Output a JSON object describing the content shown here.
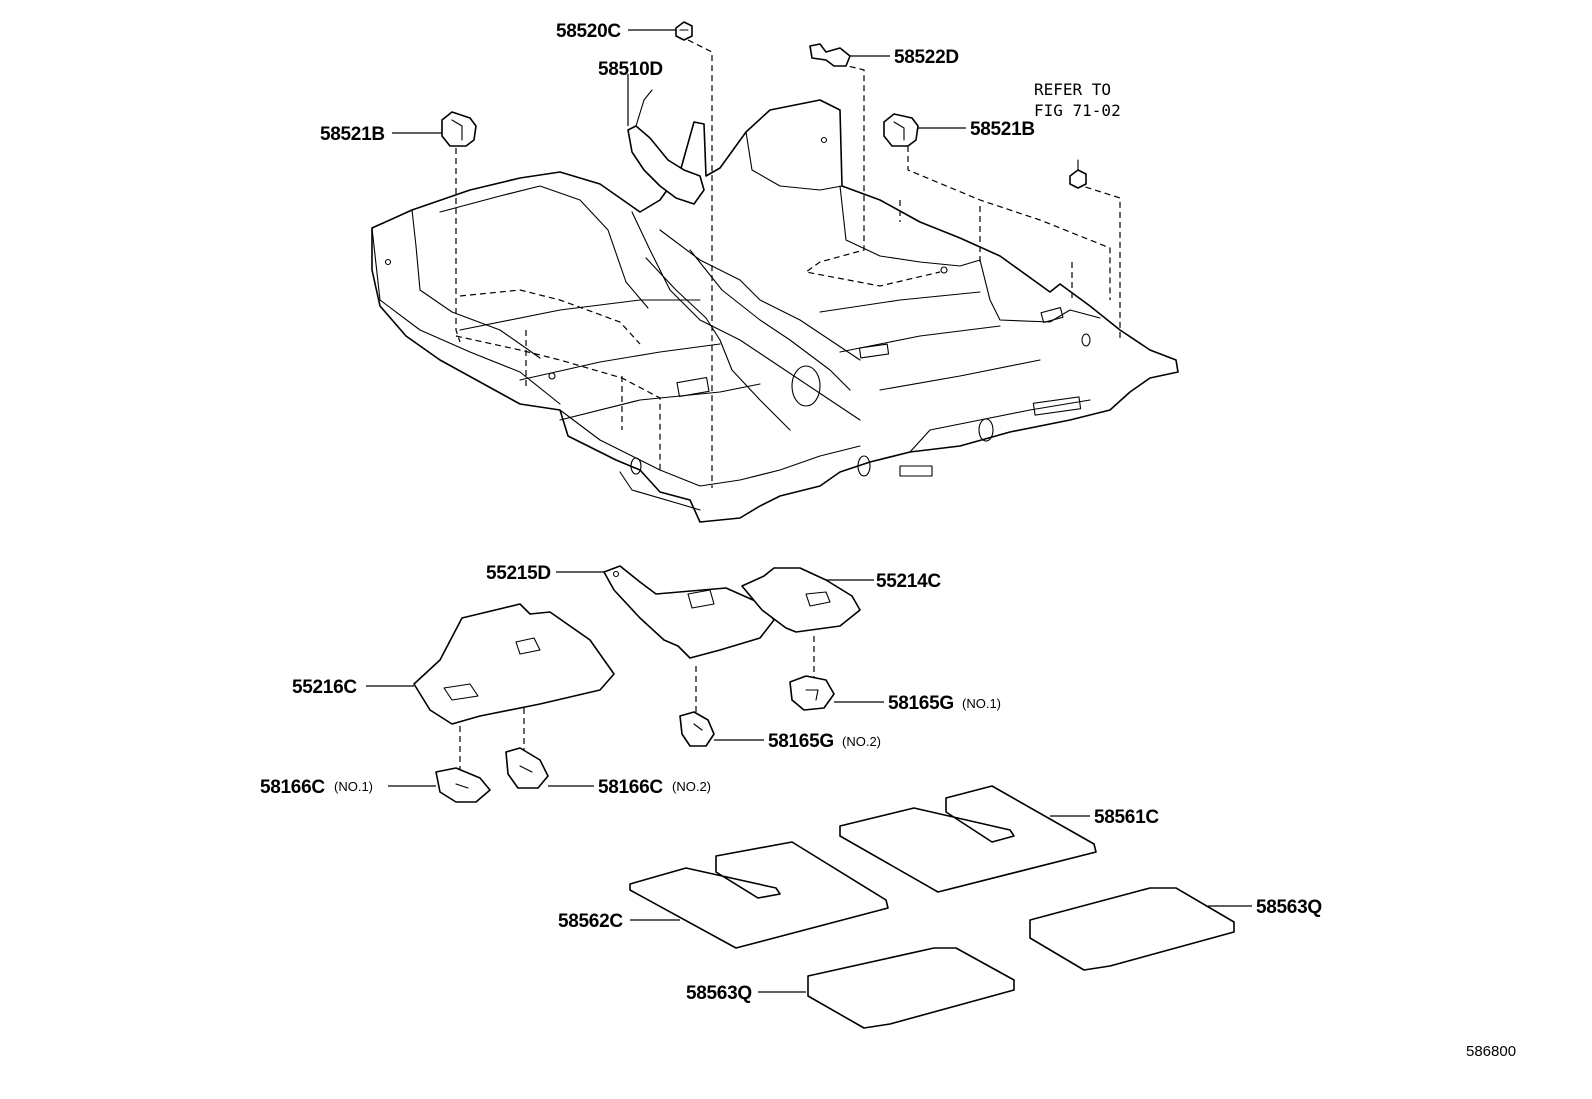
{
  "diagram": {
    "parts": {
      "p58520C": "58520C",
      "p58510D": "58510D",
      "p58522D": "58522D",
      "p58521B_left": "58521B",
      "p58521B_right": "58521B",
      "p55215D": "55215D",
      "p55214C": "55214C",
      "p55216C": "55216C",
      "p58165G_no1": "58165G",
      "p58165G_no2": "58165G",
      "p58166C_no1": "58166C",
      "p58166C_no2": "58166C",
      "p58561C": "58561C",
      "p58562C": "58562C",
      "p58563Q_right": "58563Q",
      "p58563Q_bottom": "58563Q"
    },
    "qualifiers": {
      "no1_a": "(NO.1)",
      "no2_a": "(NO.2)",
      "no1_b": "(NO.1)",
      "no2_b": "(NO.2)"
    },
    "refer": {
      "line1": "REFER TO",
      "line2": "FIG 71-02"
    },
    "figure_number": "586800"
  }
}
